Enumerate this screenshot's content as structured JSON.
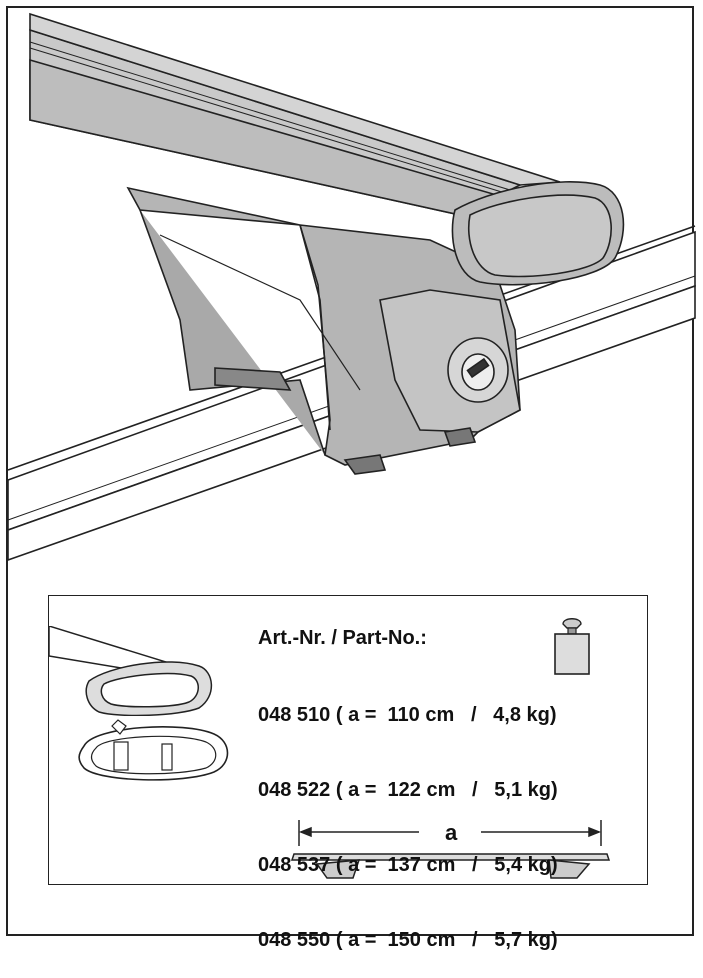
{
  "info": {
    "heading": "Art.-Nr. / Part-No.:",
    "parts": [
      "048 510 ( a =  110 cm   /   4,8 kg)",
      "048 522 ( a =  122 cm   /   5,1 kg)",
      "048 537 ( a =  137 cm   /   5,4 kg)",
      "048 550 ( a =  150 cm   /   5,7 kg)"
    ],
    "dimension_label": "a"
  },
  "icons": {
    "weight": "weight-icon",
    "profile_angled": "bar-profile-angled-icon",
    "profile_section": "bar-cross-section-icon"
  }
}
